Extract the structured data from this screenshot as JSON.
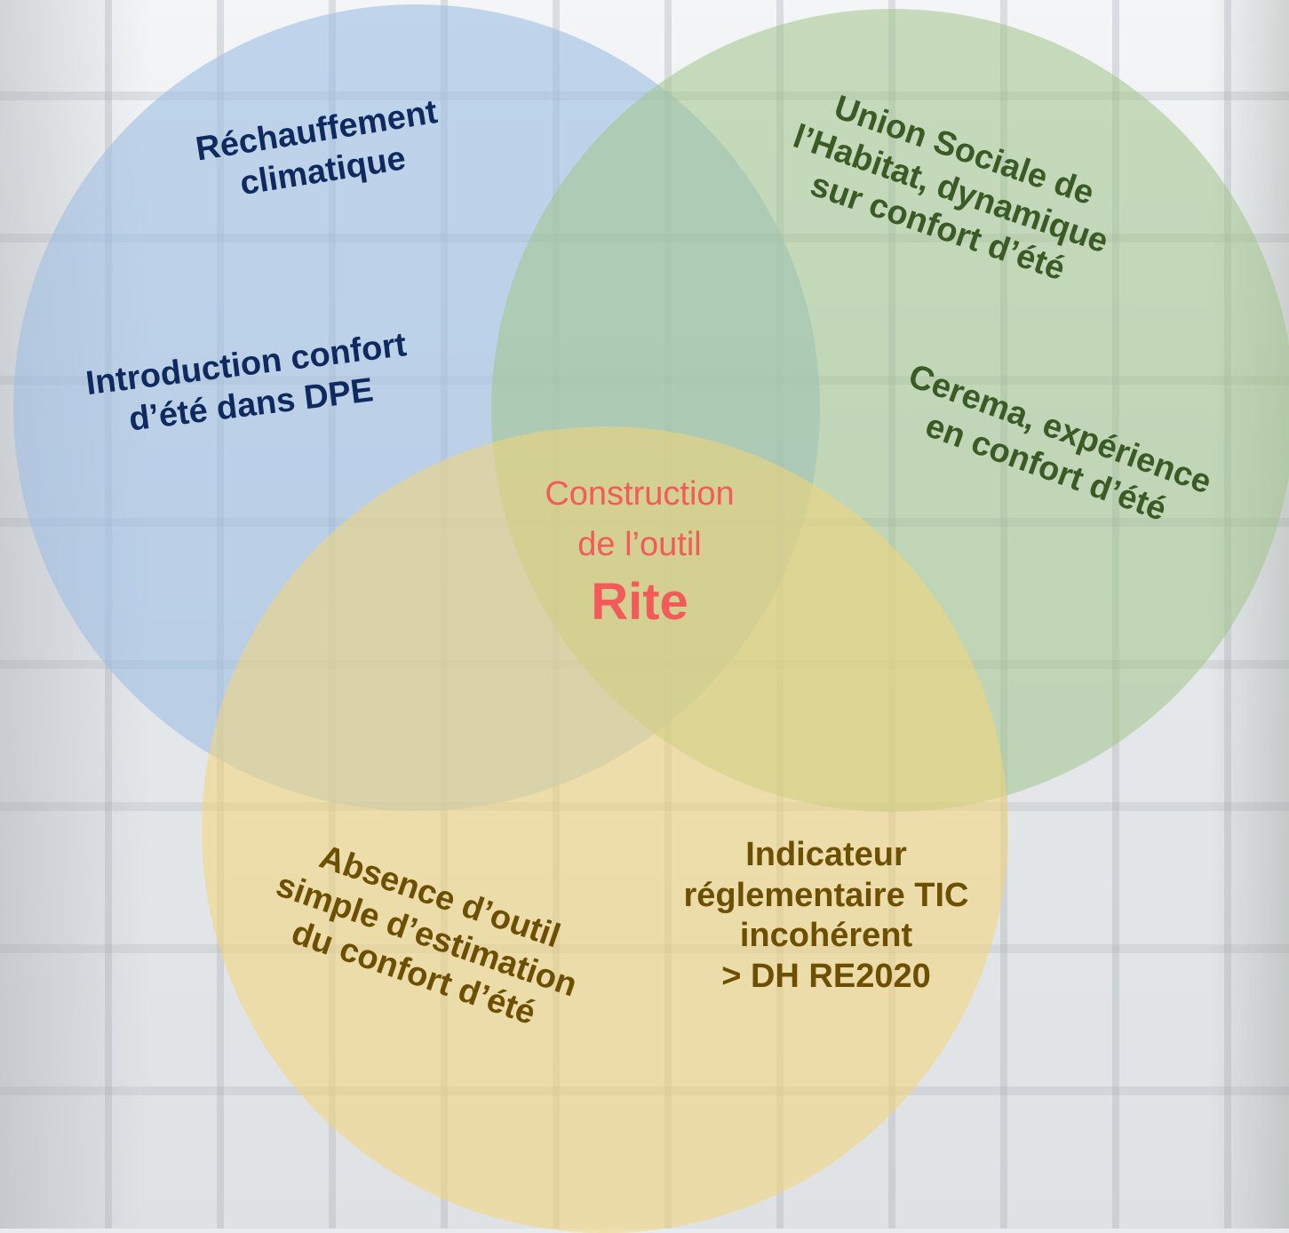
{
  "colors": {
    "blue_circle": "#9fc0e4",
    "green_circle": "#a1c48a",
    "yellow_circle": "#f4d676",
    "blue_text": "#0f2a5e",
    "green_text": "#3a5b25",
    "yellow_text": "#6c4f00",
    "center_text": "#f45a5a"
  },
  "circles": {
    "blue": {
      "labels": [
        "Réchauffement\nclimatique",
        "Introduction confort\nd’été dans DPE"
      ]
    },
    "green": {
      "labels": [
        "Union Sociale de\nl’Habitat, dynamique\nsur confort d’été",
        "Cerema, expérience\nen confort d’été"
      ]
    },
    "yellow": {
      "labels": [
        "Absence d’outil\nsimple d’estimation\ndu confort d’été",
        "Indicateur\nréglementaire TIC\nincohérent\n> DH RE2020"
      ]
    }
  },
  "center": {
    "subtitle": "Construction\nde l’outil",
    "title": "Rite"
  }
}
